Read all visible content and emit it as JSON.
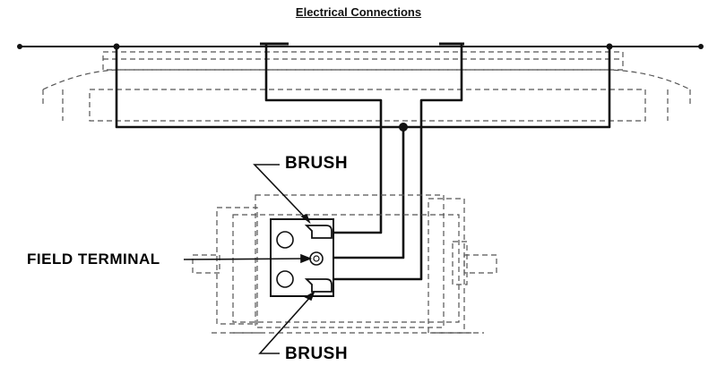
{
  "title": "Electrical Connections",
  "labels": {
    "brush_top": "BRUSH",
    "field_terminal": "FIELD TERMINAL",
    "brush_bottom": "BRUSH"
  }
}
